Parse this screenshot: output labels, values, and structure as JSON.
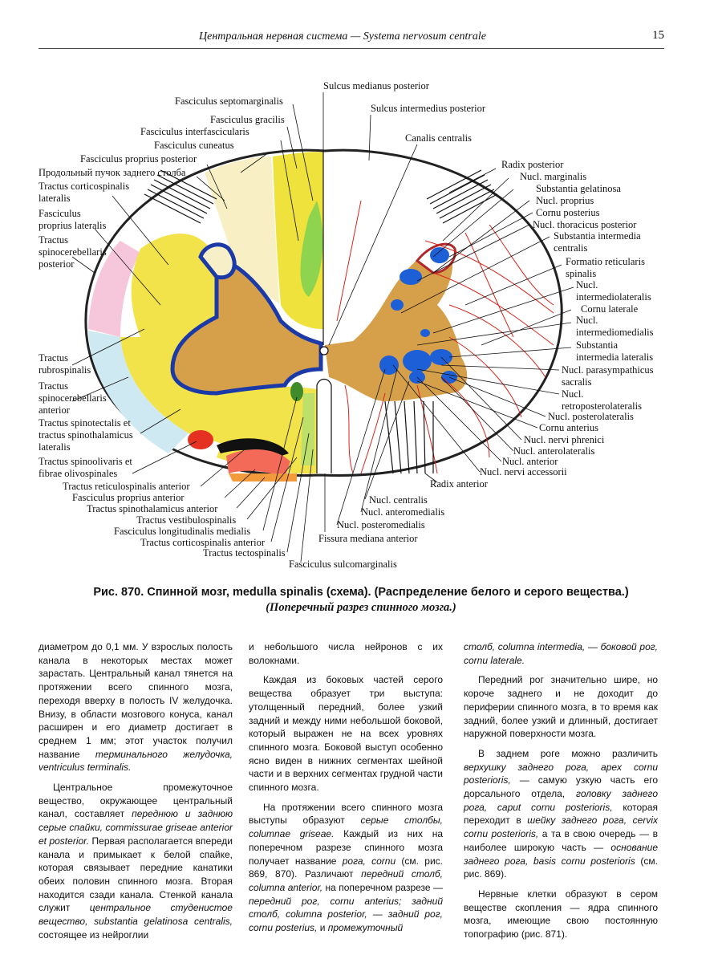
{
  "header": {
    "title": "Центральная нервная система — Systema nervosum centrale",
    "page": "15"
  },
  "figure": {
    "labels_left": {
      "sulcus_med_post": "Sulcus medianus posterior",
      "sulcus_int_post": "Sulcus intermedius posterior",
      "canalis": "Canalis centralis",
      "septomarg": "Fasciculus septomarginalis",
      "gracilis": "Fasciculus gracilis",
      "interfasc": "Fasciculus interfascicularis",
      "cuneatus": "Fasciculus cuneatus",
      "proprius_post": "Fasciculus proprius posterior",
      "prodolny": "Продольный пучок заднего столба",
      "corticospinal_lat_1": "Tractus corticospinalis",
      "corticospinal_lat_2": "lateralis",
      "proprius_lat_1": "Fasciculus",
      "proprius_lat_2": "proprius lateralis",
      "scb_post_1": "Tractus",
      "scb_post_2": "spinocerebellaris",
      "scb_post_3": "posterior",
      "rubro_1": "Tractus",
      "rubro_2": "rubrospinalis",
      "scb_ant_1": "Tractus",
      "scb_ant_2": "spinocerebellaris",
      "scb_ant_3": "anterior",
      "tecto_1": "Tractus spinotectalis et",
      "tecto_2": "tractus spinothalamicus",
      "tecto_3": "lateralis",
      "olivo_1": "Tractus spinoolivaris et",
      "olivo_2": "fibrae olivospinales",
      "reticulo": "Tractus reticulospinalis anterior",
      "proprius_ant": "Fasciculus proprius anterior",
      "spinothal_ant": "Tractus spinothalamicus anterior",
      "vestibulo": "Tractus vestibulospinalis",
      "long_med": "Fasciculus longitudinalis medialis",
      "corticosp_ant": "Tractus corticospinalis anterior",
      "tectospinalis": "Tractus tectospinalis",
      "sulcomarg": "Fasciculus sulcomarginalis"
    },
    "labels_right": {
      "radix_post": "Radix posterior",
      "marginalis": "Nucl. marginalis",
      "gelatinosa": "Substantia gelatinosa",
      "proprius": "Nucl. proprius",
      "cornu_post": "Cornu posterius",
      "thoracicus": "Nucl. thoracicus posterior",
      "subst_int_1": "Substantia intermedia",
      "subst_int_2": "centralis",
      "formatio_1": "Formatio reticularis",
      "formatio_2": "spinalis",
      "interlat_1": "Nucl.",
      "interlat_2": "intermediolateralis",
      "cornu_lat": "Cornu laterale",
      "intermed_1": "Nucl.",
      "intermed_2": "intermediomedialis",
      "sil_1": "Substantia",
      "sil_2": "intermedia lateralis",
      "parasym_1": "Nucl. parasympathicus",
      "parasym_2": "sacralis",
      "retro_1": "Nucl.",
      "retro_2": "retroposterolateralis",
      "posterolat": "Nucl. posterolateralis",
      "cornu_ant": "Cornu anterius",
      "phrenici": "Nucl. nervi phrenici",
      "anterolat": "Nucl. anterolateralis",
      "anterior": "Nucl. anterior",
      "accessorii": "Nucl. nervi accessorii",
      "radix_ant": "Radix anterior",
      "centralis": "Nucl. centralis",
      "anteromed": "Nucl. anteromedialis",
      "posteromed": "Nucl. posteromedialis",
      "fissura": "Fissura mediana anterior"
    }
  },
  "caption": {
    "line1": "Рис. 870. Спинной мозг, medulla spinalis (схема). (Распределение белого и серого вещества.)",
    "line2": "(Поперечный разрез спинного мозга.)"
  },
  "text": {
    "c1p1": "диаметром до 0,1 мм. У взрослых полость канала в некоторых местах может зарастать. Центральный канал тянется на протяжении всего спинного мозга, переходя вверху в полость IV желудочка. Внизу, в области мозгового конуса, канал расширен и его диаметр достигает в среднем 1 мм; этот участок получил название",
    "c1p1i": "терминального желудочка, ventriculus terminalis.",
    "c1p2a": "Центральное промежуточное вещество, окружающее центральный канал, составляет",
    "c1p2i1": "переднюю и заднюю серые спайки, commissurae griseae anterior et posterior.",
    "c1p2b": "Первая располагается впереди канала и примыкает к белой спайке, которая связывает передние канатики обеих половин спинного мозга. Вторая находится сзади канала. Стенкой канала служит",
    "c1p2i2": "центральное студенистое вещество, substantia gelatinosa centralis,",
    "c1p2c": "состоящее из нейроглии",
    "c2p1": "и небольшого числа нейронов с их волокнами.",
    "c2p2": "Каждая из боковых частей серого вещества образует три выступа: утолщенный передний, более узкий задний и между ними небольшой боковой, который выражен не на всех уровнях спинного мозга. Боковой выступ особенно ясно виден в нижних сегментах шейной части и в верхних сегментах грудной части спинного мозга.",
    "c2p3a": "На протяжении всего спинного мозга выступы образуют",
    "c2p3i1": "серые столбы, columnae griseae.",
    "c2p3b": "Каждый из них на поперечном разрезе спинного мозга получает название",
    "c2p3i2": "рога, cornu",
    "c2p3c": "(см. рис. 869, 870). Различают",
    "c2p3i3": "передний столб, columna anterior,",
    "c2p3d": "на поперечном разрезе —",
    "c2p3i4": "передний рог, cornu anterius; задний столб, columna posterior,",
    "c2p3e": "—",
    "c2p3i5": "задний рог, cornu posterius,",
    "c2p3f": "и",
    "c2p3i6": "промежуточный",
    "c3p1i": "столб, columna intermedia,",
    "c3p1a": "—",
    "c3p1i2": "боковой рог, cornu laterale.",
    "c3p2": "Передний рог значительно шире, но короче заднего и не доходит до периферии спинного мозга, в то время как задний, более узкий и длинный, достигает наружной поверхности мозга.",
    "c3p3a": "В заднем роге можно различить",
    "c3p3i1": "верхушку заднего рога, apex cornu posterioris,",
    "c3p3b": "— самую узкую часть его дорсального отдела,",
    "c3p3i2": "головку заднего рога, caput cornu posterioris,",
    "c3p3c": "которая переходит в",
    "c3p3i3": "шейку заднего рога, cervix cornu posterioris,",
    "c3p3d": "а та в свою очередь — в наиболее широкую часть —",
    "c3p3i4": "основание заднего рога, basis cornu posterioris",
    "c3p3e": "(см. рис. 869).",
    "c3p4": "Нервные клетки образуют в сером веществе скопления — ядра спинного мозга, имеющие свою постоянную топографию (рис. 871)."
  }
}
